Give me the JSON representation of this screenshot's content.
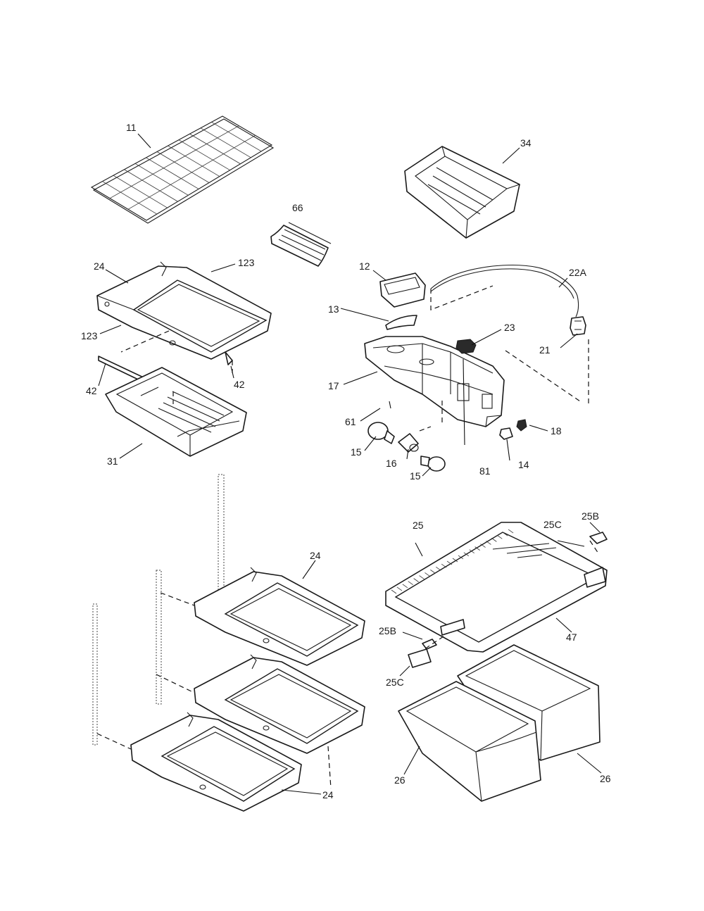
{
  "diagram": {
    "labels": {
      "p11": "11",
      "p34": "34",
      "p66": "66",
      "p24_top": "24",
      "p123_a": "123",
      "p123_b": "123",
      "p42_a": "42",
      "p42_b": "42",
      "p31": "31",
      "p12": "12",
      "p13": "13",
      "p22a": "22A",
      "p23": "23",
      "p21": "21",
      "p17": "17",
      "p61": "61",
      "p18": "18",
      "p15_a": "15",
      "p16": "16",
      "p81": "81",
      "p14": "14",
      "p15_b": "15",
      "p25": "25",
      "p25c_a": "25C",
      "p25b_a": "25B",
      "p24_mid": "24",
      "p47": "47",
      "p25b_b": "25B",
      "p25c_b": "25C",
      "p26_a": "26",
      "p26_b": "26",
      "p24_bot": "24"
    }
  }
}
